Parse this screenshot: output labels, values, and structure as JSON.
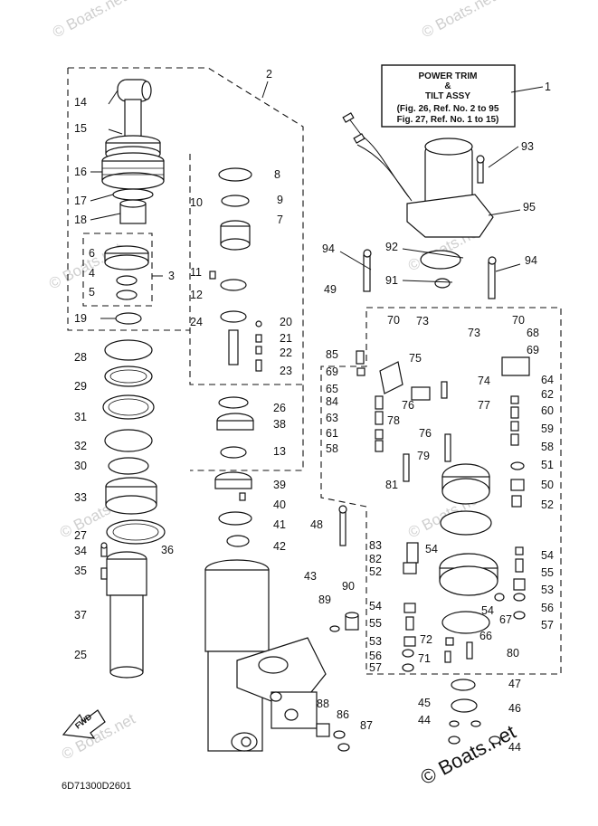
{
  "title_box": {
    "line1": "POWER TRIM",
    "line2": "&",
    "line3": "TILT ASSY",
    "ref1": "(Fig. 26, Ref. No. 2 to 95",
    "ref2": "Fig. 27, Ref. No. 1 to 15)"
  },
  "watermark": {
    "text": "© Boats.net"
  },
  "drawing_code": "6D71300D2601",
  "fwd_label": "FWD",
  "callouts": [
    "1",
    "2",
    "3",
    "4",
    "5",
    "6",
    "7",
    "8",
    "9",
    "10",
    "11",
    "12",
    "13",
    "14",
    "15",
    "16",
    "17",
    "18",
    "19",
    "20",
    "21",
    "22",
    "23",
    "24",
    "25",
    "26",
    "27",
    "28",
    "29",
    "30",
    "31",
    "32",
    "33",
    "34",
    "35",
    "36",
    "37",
    "38",
    "39",
    "40",
    "41",
    "42",
    "43",
    "44",
    "44",
    "45",
    "46",
    "47",
    "48",
    "49",
    "50",
    "51",
    "52",
    "52",
    "53",
    "53",
    "54",
    "54",
    "54",
    "54",
    "55",
    "55",
    "56",
    "56",
    "57",
    "57",
    "58",
    "58",
    "59",
    "60",
    "61",
    "62",
    "63",
    "64",
    "65",
    "66",
    "67",
    "68",
    "69",
    "69",
    "70",
    "70",
    "71",
    "72",
    "73",
    "73",
    "74",
    "75",
    "76",
    "76",
    "77",
    "78",
    "79",
    "80",
    "81",
    "82",
    "83",
    "84",
    "85",
    "86",
    "87",
    "88",
    "89",
    "90",
    "91",
    "92",
    "93",
    "94",
    "94",
    "95"
  ]
}
